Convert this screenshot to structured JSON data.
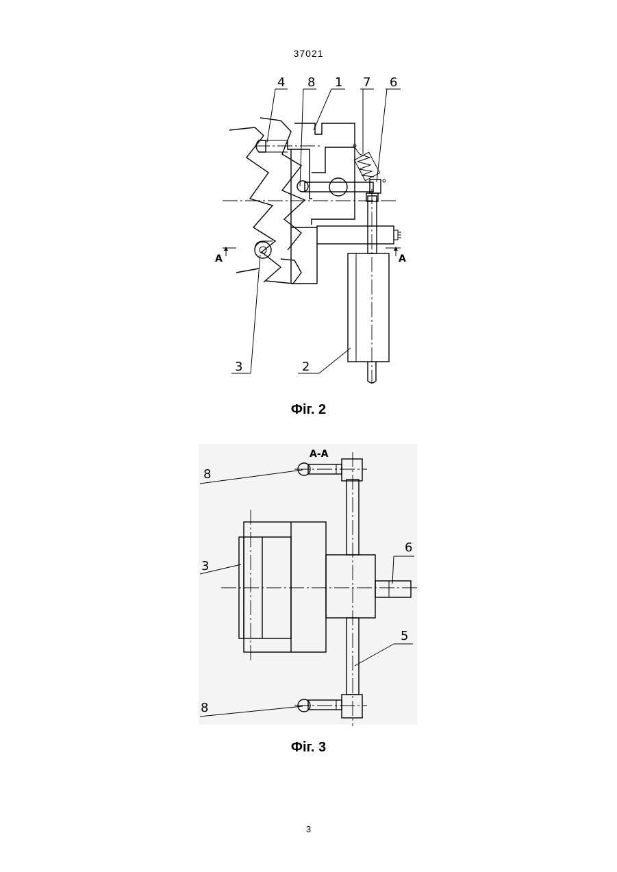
{
  "page": {
    "header_number": "37021",
    "footer_number": "3"
  },
  "figure2": {
    "caption": "Фіг. 2",
    "labels": {
      "l1": "1",
      "l2": "2",
      "l3": "3",
      "l4": "4",
      "l6": "6",
      "l7": "7",
      "l8": "8"
    },
    "section_left": "A",
    "section_right": "A"
  },
  "figure3": {
    "caption": "Фіг. 3",
    "section_title": "A-A",
    "labels": {
      "l3": "3",
      "l5": "5",
      "l6": "6",
      "l8_top": "8",
      "l8_bottom": "8"
    }
  }
}
